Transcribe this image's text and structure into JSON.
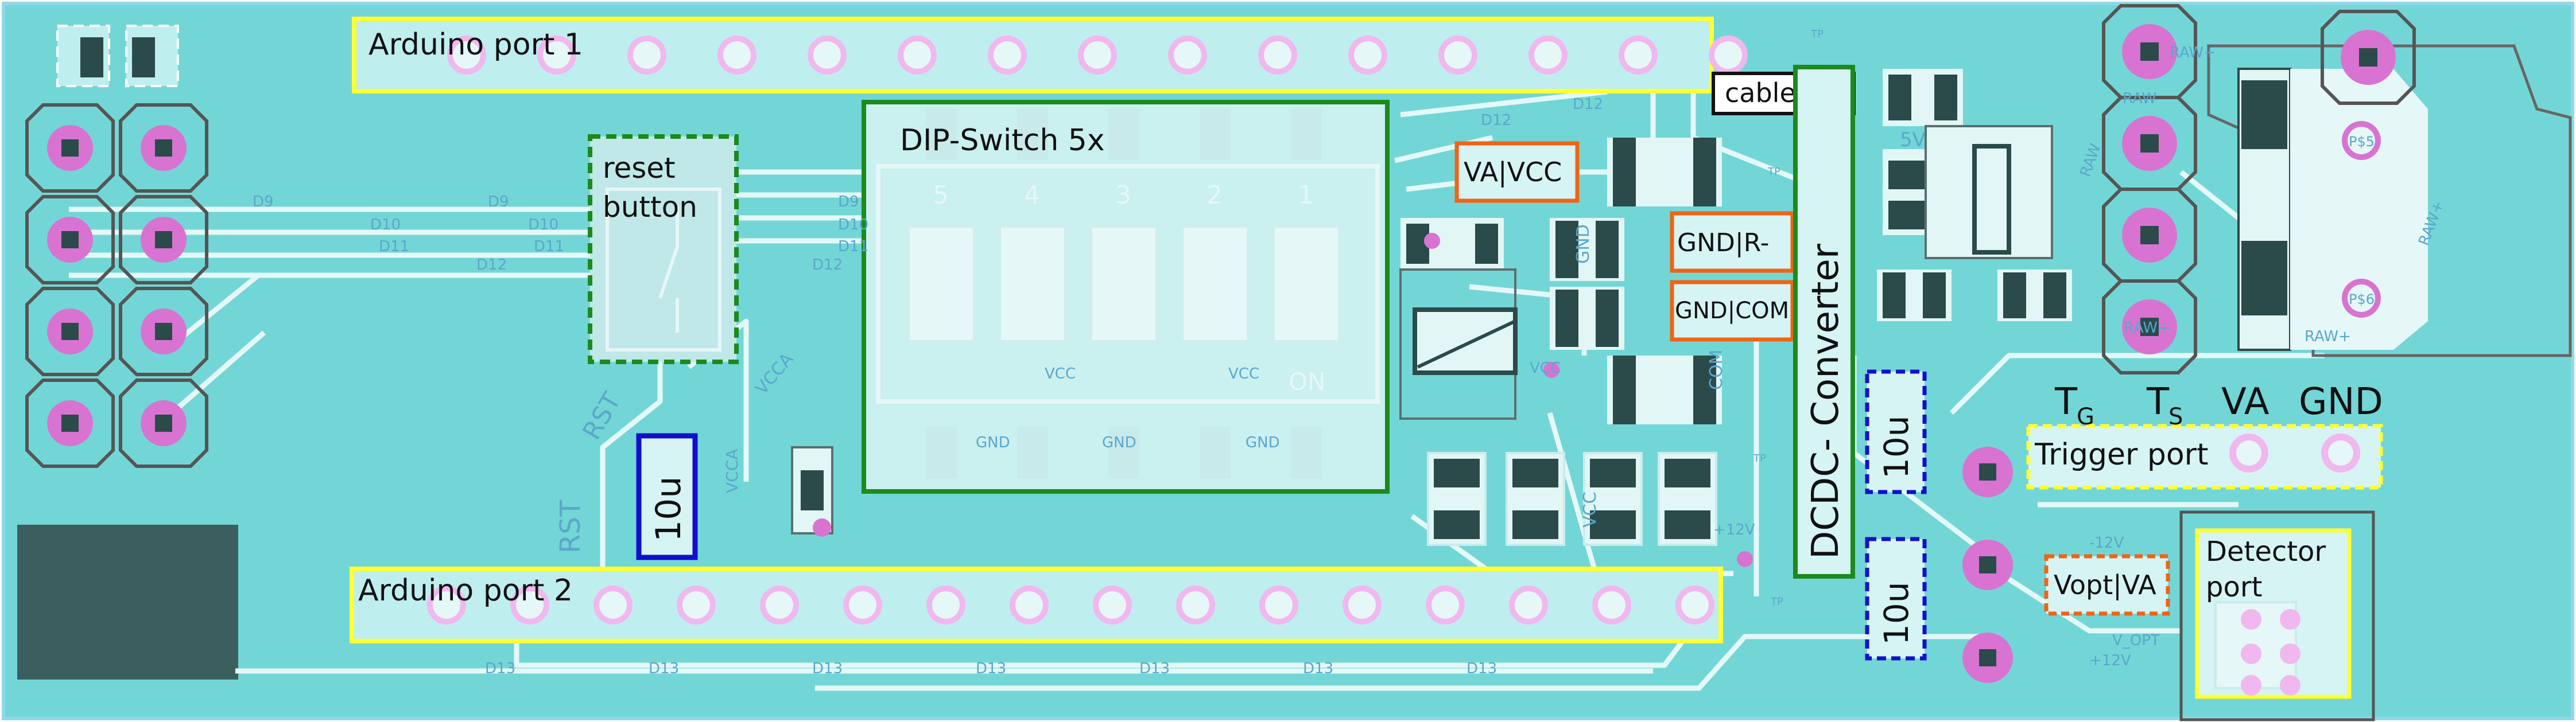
{
  "board": {
    "title_top": "Arduino port 1",
    "title_bottom": "Arduino port 2",
    "dip_switch": "DIP-Switch 5x",
    "dip_numbers": [
      "5",
      "4",
      "3",
      "2",
      "1"
    ],
    "dip_on": "ON",
    "reset_line1": "reset",
    "reset_line2": "button",
    "cable": "cable",
    "dcdc": "DCDC- Converter",
    "cap1": "10u",
    "cap2": "10u",
    "cap3": "10u",
    "va_vcc": "VA|VCC",
    "gnd_r": "GND|R-",
    "gnd_com": "GND|COM",
    "vopt_va": "Vopt|VA",
    "trigger_port": "Trigger port",
    "detector_line1": "Detector",
    "detector_line2": "port",
    "tg_main": "T",
    "tg_sub": "G",
    "ts_main": "T",
    "ts_sub": "S",
    "va": "VA",
    "gnd": "GND"
  },
  "silk": {
    "d9": "D9",
    "d10": "D10",
    "d11": "D11",
    "d12": "D12",
    "d13": "D13",
    "rst": "RST",
    "vcca": "VCCA",
    "vcc": "VCC",
    "gnd": "GND",
    "com": "COM",
    "raw_plus": "RAW+",
    "raw": "RAW",
    "fivev": "5V",
    "tp": "TP",
    "plus12v": "+12V",
    "minus12v": "-12V",
    "vopt": "V_OPT",
    "p45": "P$5",
    "p46": "P$6"
  },
  "colors": {
    "board": "#73d6d6",
    "trace": "#e2f7f7",
    "pad": "#d873d2",
    "silk": "#5aa7cc",
    "yellow": "#ffff33",
    "green": "#1c8a1c",
    "orange": "#f06414",
    "blue": "#1010cc",
    "outline": "#555555",
    "dark": "#3a5c5c"
  }
}
